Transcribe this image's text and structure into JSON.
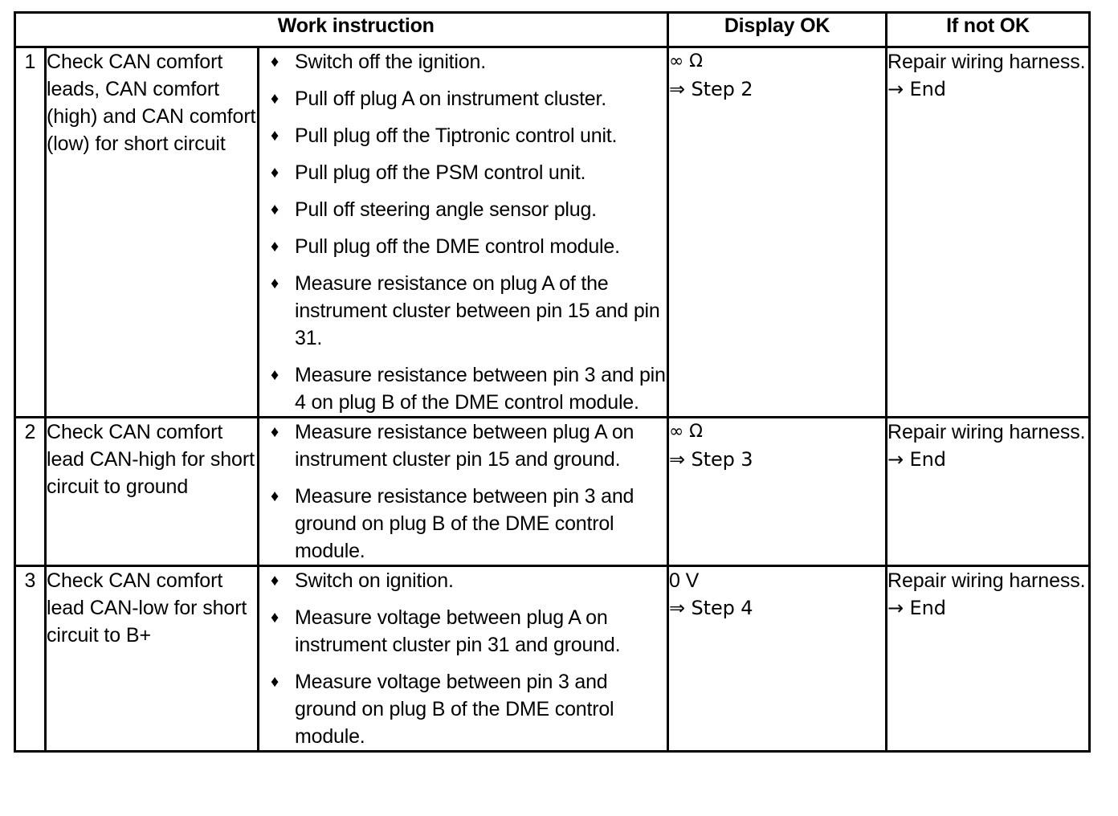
{
  "table": {
    "headers": {
      "col_number": "",
      "work_instruction": "Work instruction",
      "display_ok": "Display OK",
      "if_not_ok": "If not OK"
    },
    "bullet_glyph": "♦",
    "rows": [
      {
        "number": "1",
        "task": "Check CAN comfort leads, CAN comfort (high) and CAN com­fort (low) for short circuit",
        "steps": [
          "Switch off the ignition.",
          "Pull off plug A on instrument cluster.",
          "Pull plug off the Tiptronic control unit.",
          "Pull plug off the PSM control unit.",
          "Pull off steering angle sensor plug.",
          "Pull plug off the DME control module.",
          "Measure resistance on plug A of the instrument cluster between pin 15 and pin 31.",
          "Measure resistance between pin 3 and pin 4 on plug B of the DME control module."
        ],
        "display_ok_value": "∞ Ω",
        "display_ok_next": "⇒ Step 2",
        "if_not_ok_action": "Repair wiring har­ness.",
        "if_not_ok_next": "→ End"
      },
      {
        "number": "2",
        "task": "Check CAN comfort lead CAN-high for short circuit to ground",
        "steps": [
          "Measure resistance between plug A on instrument cluster pin 15 and ground.",
          "Measure resistance between pin 3 and ground on plug B of the DME control module."
        ],
        "display_ok_value": "∞ Ω",
        "display_ok_next": "⇒ Step 3",
        "if_not_ok_action": "Repair wiring har­ness.",
        "if_not_ok_next": "→ End"
      },
      {
        "number": "3",
        "task": "Check CAN comfort lead CAN-low for short circuit to B+",
        "steps": [
          "Switch on ignition.",
          "Measure voltage between plug A on instrument cluster pin 31 and ground.",
          "Measure voltage between pin 3 and ground on plug B of the DME control module."
        ],
        "display_ok_value": "0 V",
        "display_ok_next": "⇒ Step 4",
        "if_not_ok_action": "Repair wiring har­ness.",
        "if_not_ok_next": "→ End"
      }
    ]
  },
  "colors": {
    "border": "#000000",
    "text": "#000000",
    "background": "#ffffff"
  }
}
